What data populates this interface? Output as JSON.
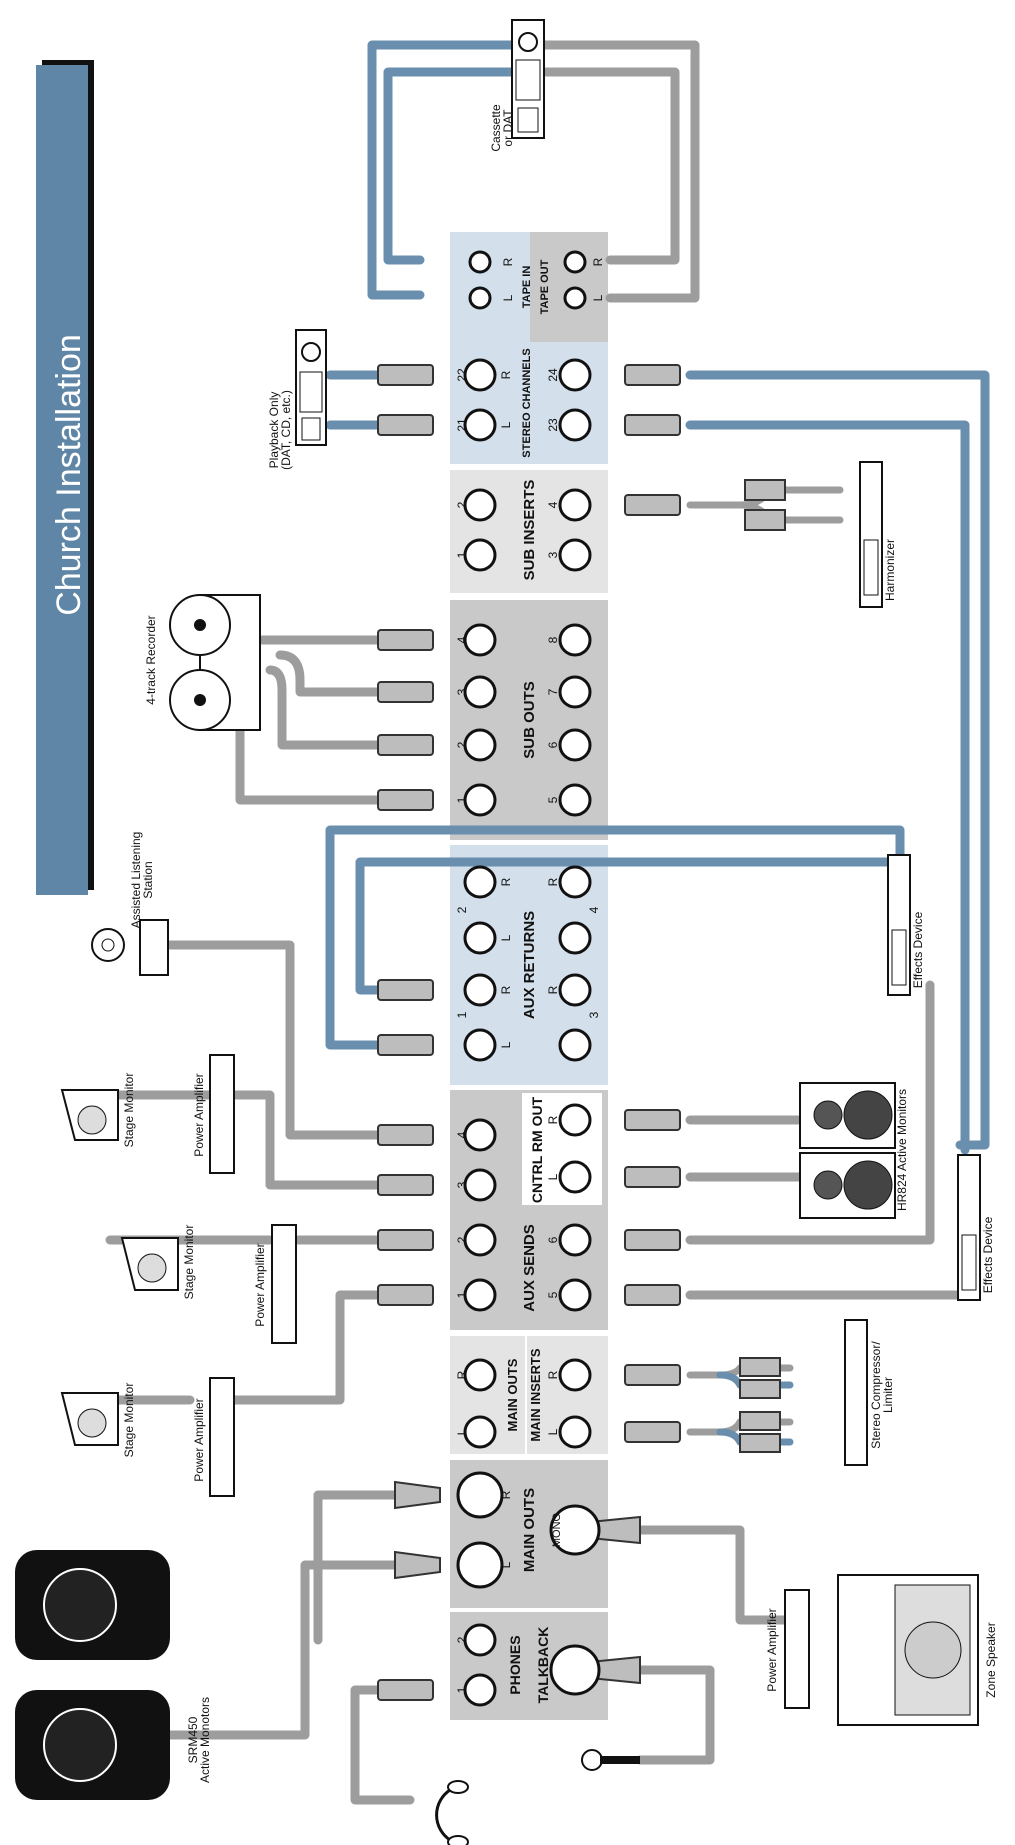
{
  "title": "Church Installation",
  "colors": {
    "title_banner": "#5f86a6",
    "cable_blue": "#6a8fae",
    "cable_gray": "#9d9d9d",
    "panel_gray": "#c9c9c9",
    "panel_light": "#e4e4e4",
    "panel_blue": "#d3dfeb"
  },
  "panels": {
    "tape_in": "TAPE IN",
    "tape_out": "TAPE OUT",
    "stereo_channels": "STEREO CHANNELS",
    "sub_inserts": "SUB INSERTS",
    "sub_outs": "SUB OUTS",
    "aux_returns": "AUX RETURNS",
    "cntrl_rm_out": "CNTRL RM OUT",
    "aux_sends": "AUX SENDS",
    "main_outs": "MAIN OUTS",
    "main_inserts": "MAIN INSERTS",
    "main_outs_xlr": "MAIN OUTS",
    "mono": "MONO",
    "phones": "PHONES",
    "talkback": "TALKBACK"
  },
  "jack_labels": {
    "L": "L",
    "R": "R",
    "n1": "1",
    "n2": "2",
    "n3": "3",
    "n4": "4",
    "n5": "5",
    "n6": "6",
    "n7": "7",
    "n8": "8",
    "n21": "21",
    "n22": "22",
    "n23": "23",
    "n24": "24"
  },
  "devices": {
    "cassette": [
      "Cassette",
      "or DAT"
    ],
    "playback": [
      "Playback Only",
      "(DAT, CD, etc.)"
    ],
    "recorder": "4-track Recorder",
    "harmonizer": "Harmonizer",
    "assisted_listening": [
      "Assisted Listening",
      "Station"
    ],
    "effects_device_1": "Effects Device",
    "effects_device_2": "Effects Device",
    "stage_monitor_1": "Stage Monitor",
    "stage_monitor_2": "Stage Monitor",
    "stage_monitor_3": "Stage Monitor",
    "power_amp_1": "Power Amplifier",
    "power_amp_2": "Power Amplifier",
    "power_amp_3": "Power Amplifier",
    "power_amp_4": "Power Amplifier",
    "hr824": "HR824 Active Monitors",
    "compressor": [
      "Stereo Compressor/",
      "Limiter"
    ],
    "srm450": [
      "SRM450",
      "Active Monotors"
    ],
    "zone_speaker": "Zone Speaker"
  }
}
